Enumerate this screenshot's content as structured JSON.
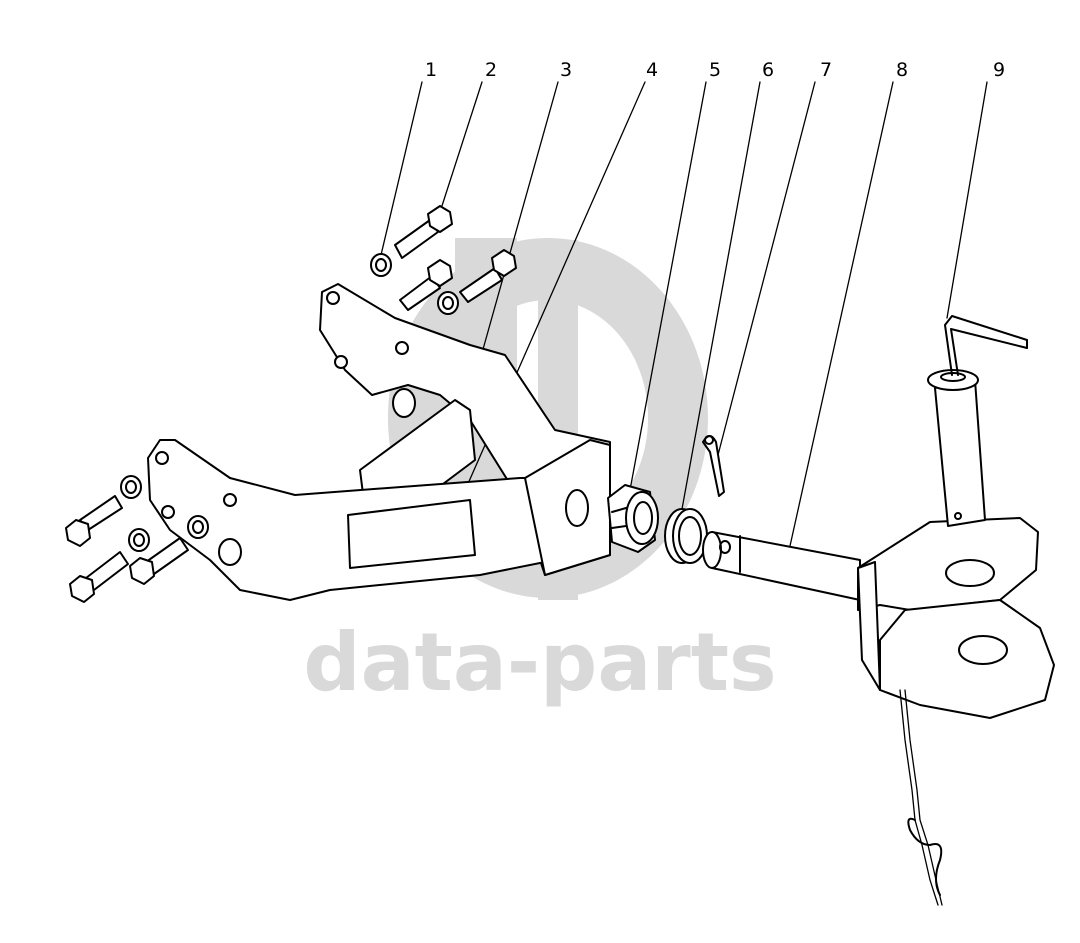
{
  "diagram": {
    "callouts": [
      {
        "label": "1"
      },
      {
        "label": "2"
      },
      {
        "label": "3"
      },
      {
        "label": "4"
      },
      {
        "label": "5"
      },
      {
        "label": "6"
      },
      {
        "label": "7"
      },
      {
        "label": "8"
      },
      {
        "label": "9"
      }
    ],
    "watermark": {
      "text": "data-parts",
      "color": "#d9d9d9"
    },
    "line_color": "#000000",
    "background": "#ffffff"
  }
}
